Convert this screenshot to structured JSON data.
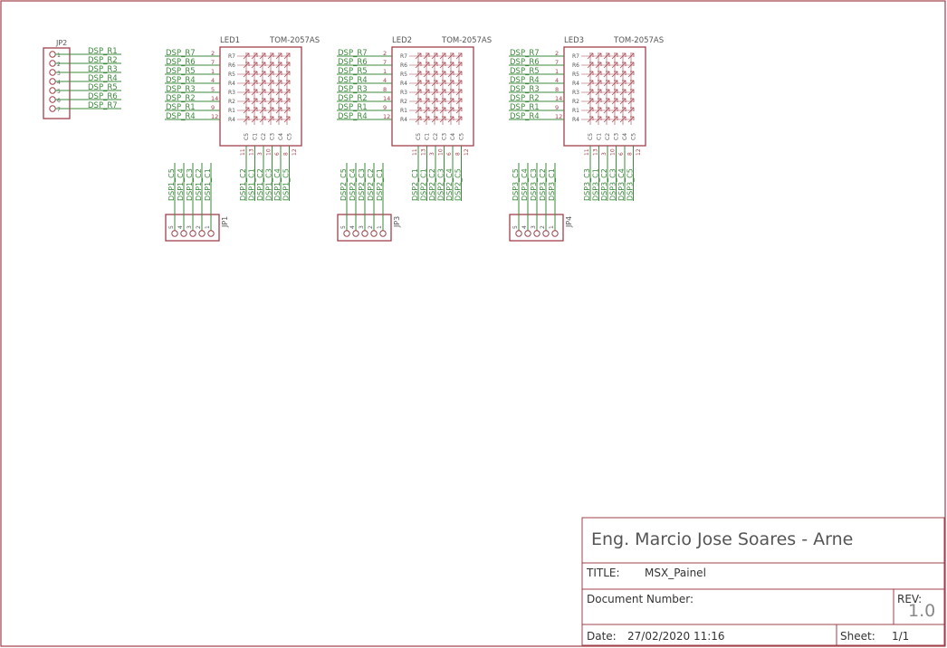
{
  "colors": {
    "frame": "#a0404a",
    "wire": "#3d8a3d",
    "part_label": "#555555",
    "pin": "#a0404a"
  },
  "header": {
    "part_label": "JP2",
    "pin_numbers": [
      "1",
      "2",
      "3",
      "4",
      "5",
      "6",
      "7"
    ],
    "nets": [
      "DSP_R1",
      "DSP_R2",
      "DSP_R3",
      "DSP_R4",
      "DSP_R5",
      "DSP_R6",
      "DSP_R7"
    ]
  },
  "matrices": [
    {
      "name": "LED1",
      "value": "TOM-2057AS",
      "left_nets": [
        "DSP_R7",
        "DSP_R6",
        "DSP_R5",
        "DSP_R4",
        "DSP_R3",
        "DSP_R2",
        "DSP_R1",
        "DSP_R4"
      ],
      "left_pins": [
        "2",
        "7",
        "1",
        "4",
        "5",
        "14",
        "9",
        "12"
      ],
      "row_labels": [
        "R7",
        "R6",
        "R5",
        "R4",
        "R3",
        "R2",
        "R1",
        "R4"
      ],
      "col_labels": [
        "C5",
        "C1",
        "C2",
        "C3",
        "C4",
        "C5"
      ],
      "bottom_pins": [
        "11",
        "13",
        "3",
        "10",
        "6",
        "8",
        "12"
      ],
      "bottom_nets": [
        "DSP1_C2",
        "DSP1_C1",
        "DSP1_C2",
        "DSP1_C3",
        "DSP1_C4",
        "DSP1_C5"
      ],
      "conn_nets": [
        "DSP1_C5",
        "DSP1_C4",
        "DSP1_C3",
        "DSP1_C2",
        "DSP1_C1"
      ],
      "conn_name": "JP1",
      "conn_pins": [
        "5",
        "4",
        "3",
        "2",
        "1"
      ]
    },
    {
      "name": "LED2",
      "value": "TOM-2057AS",
      "left_nets": [
        "DSP_R7",
        "DSP_R6",
        "DSP_R5",
        "DSP_R4",
        "DSP_R3",
        "DSP_R2",
        "DSP_R1",
        "DSP_R4"
      ],
      "left_pins": [
        "2",
        "7",
        "1",
        "4",
        "8",
        "14",
        "9",
        "12"
      ],
      "row_labels": [
        "R7",
        "R6",
        "R5",
        "R4",
        "R3",
        "R2",
        "R1",
        "R4"
      ],
      "col_labels": [
        "C5",
        "C1",
        "C2",
        "C3",
        "C4",
        "C5"
      ],
      "bottom_pins": [
        "11",
        "13",
        "3",
        "10",
        "6",
        "8",
        "12"
      ],
      "bottom_nets": [
        "DSP2_C1",
        "DSP2_C1",
        "DSP2_C2",
        "DSP2_C3",
        "DSP2_C4",
        "DSP2_C5"
      ],
      "conn_nets": [
        "DSP2_C5",
        "DSP2_C4",
        "DSP2_C3",
        "DSP2_C2",
        "DSP2_C1"
      ],
      "conn_name": "JP3",
      "conn_pins": [
        "5",
        "4",
        "3",
        "2",
        "1"
      ]
    },
    {
      "name": "LED3",
      "value": "TOM-2057AS",
      "left_nets": [
        "DSP_R7",
        "DSP_R6",
        "DSP_R5",
        "DSP_R4",
        "DSP_R3",
        "DSP_R2",
        "DSP_R1",
        "DSP_R4"
      ],
      "left_pins": [
        "2",
        "7",
        "1",
        "4",
        "8",
        "14",
        "9",
        "12"
      ],
      "row_labels": [
        "R7",
        "R6",
        "R5",
        "R4",
        "R3",
        "R2",
        "R1",
        "R4"
      ],
      "col_labels": [
        "C5",
        "C1",
        "C2",
        "C3",
        "C4",
        "C5"
      ],
      "bottom_pins": [
        "11",
        "13",
        "3",
        "10",
        "6",
        "8",
        "12"
      ],
      "bottom_nets": [
        "DSP3_C3",
        "DSP3_C1",
        "DSP3_C2",
        "DSP3_C3",
        "DSP3_C4",
        "DSP3_C5"
      ],
      "conn_nets": [
        "DSP3_C5",
        "DSP3_C4",
        "DSP3_C3",
        "DSP3_C2",
        "DSP3_C1"
      ],
      "conn_name": "JP4",
      "conn_pins": [
        "5",
        "4",
        "3",
        "2",
        "1"
      ]
    }
  ],
  "title_block": {
    "company": "Eng. Marcio Jose Soares - Arne",
    "title_label": "TITLE:",
    "title_value": "MSX_Painel",
    "docnum_label": "Document Number:",
    "rev_label": "REV:",
    "rev_value": "1.0",
    "date_label": "Date:",
    "date_value": "27/02/2020 11:16",
    "sheet_label": "Sheet:",
    "sheet_value": "1/1"
  }
}
